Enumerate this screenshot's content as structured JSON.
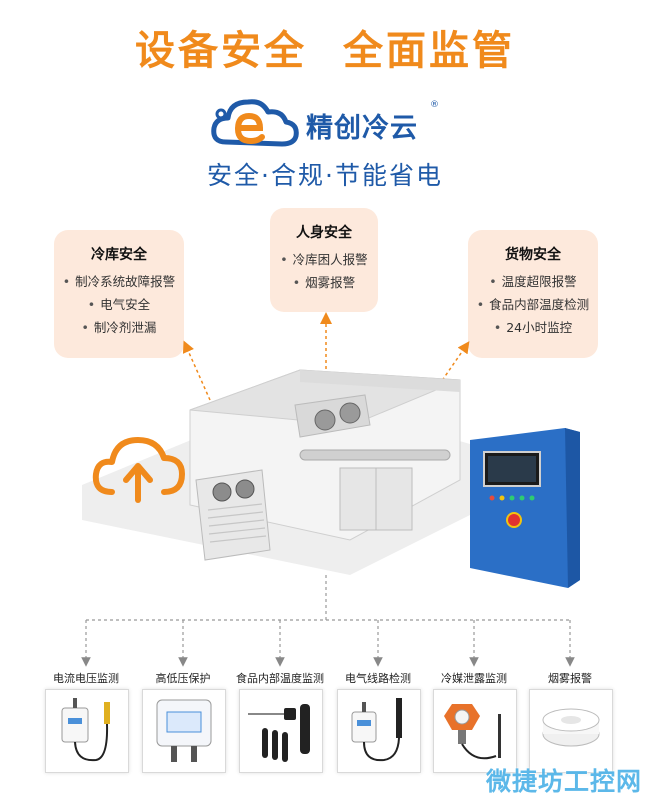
{
  "headline": {
    "part1": "设备安全",
    "part2": "全面监管"
  },
  "brand": {
    "name": "精创冷云",
    "reg": "®"
  },
  "slogan": "安全·合规·节能省电",
  "cards": [
    {
      "title": "冷库安全",
      "items": [
        "制冷系统故障报警",
        "电气安全",
        "制冷剂泄漏"
      ]
    },
    {
      "title": "人身安全",
      "items": [
        "冷库困人报警",
        "烟雾报警"
      ]
    },
    {
      "title": "货物安全",
      "items": [
        "温度超限报警",
        "食品内部温度检测",
        "24小时监控"
      ]
    }
  ],
  "sensors": [
    {
      "label": "电流电压监测",
      "icon": "current-sensor-icon"
    },
    {
      "label": "高低压保护",
      "icon": "pressure-sensor-icon"
    },
    {
      "label": "食品内部温度监测",
      "icon": "probe-sensor-icon"
    },
    {
      "label": "电气线路检测",
      "icon": "circuit-sensor-icon"
    },
    {
      "label": "冷媒泄露监测",
      "icon": "gas-leak-detector-icon"
    },
    {
      "label": "烟雾报警",
      "icon": "smoke-detector-icon"
    }
  ],
  "colors": {
    "accent": "#f08a1c",
    "brand": "#1f5aa8",
    "card": "#fde9dc",
    "panel": "#2b6fc6"
  },
  "watermark": "微捷坊工控网"
}
